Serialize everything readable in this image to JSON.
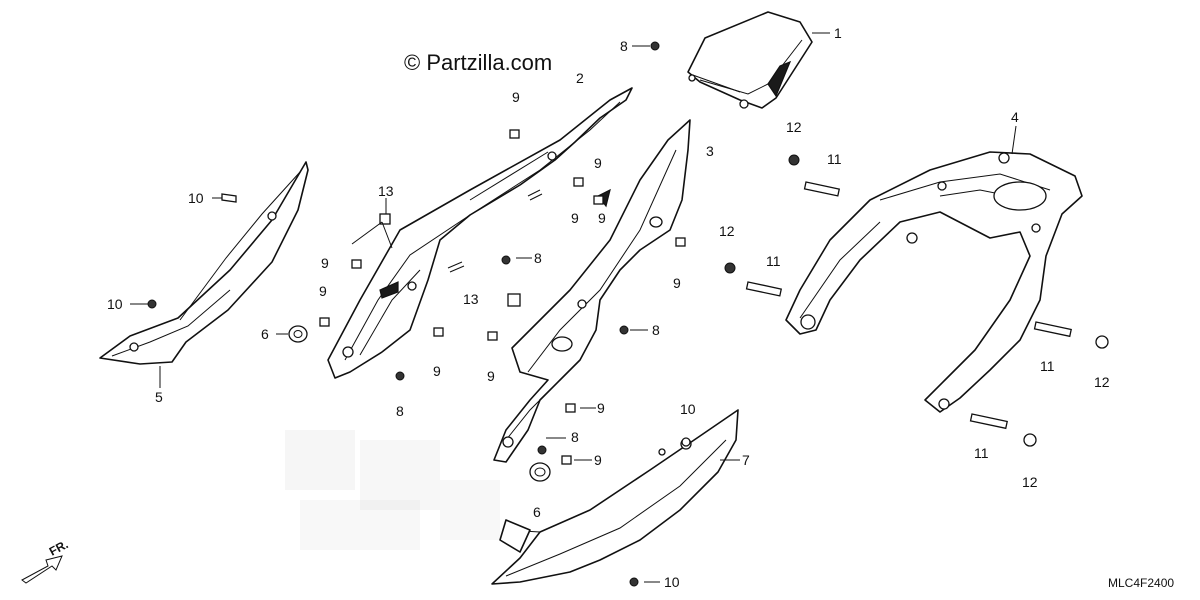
{
  "watermark": "© Partzilla.com",
  "diagram_code": "MLC4F2400",
  "direction_label": "FR.",
  "callouts": {
    "c1": "1",
    "c2": "2",
    "c3": "3",
    "c4": "4",
    "c5": "5",
    "c6a": "6",
    "c6b": "6",
    "c7": "7",
    "c8a": "8",
    "c8b": "8",
    "c8c": "8",
    "c8d": "8",
    "c8e": "8",
    "c9a": "9",
    "c9b": "9",
    "c9c": "9",
    "c9d": "9",
    "c9e": "9",
    "c9f": "9",
    "c9g": "9",
    "c9h": "9",
    "c9i": "9",
    "c9j": "9",
    "c10a": "10",
    "c10b": "10",
    "c10c": "10",
    "c10d": "10",
    "c11a": "11",
    "c11b": "11",
    "c11c": "11",
    "c11d": "11",
    "c12a": "12",
    "c12b": "12",
    "c12c": "12",
    "c12d": "12",
    "c13a": "13",
    "c13b": "13"
  }
}
